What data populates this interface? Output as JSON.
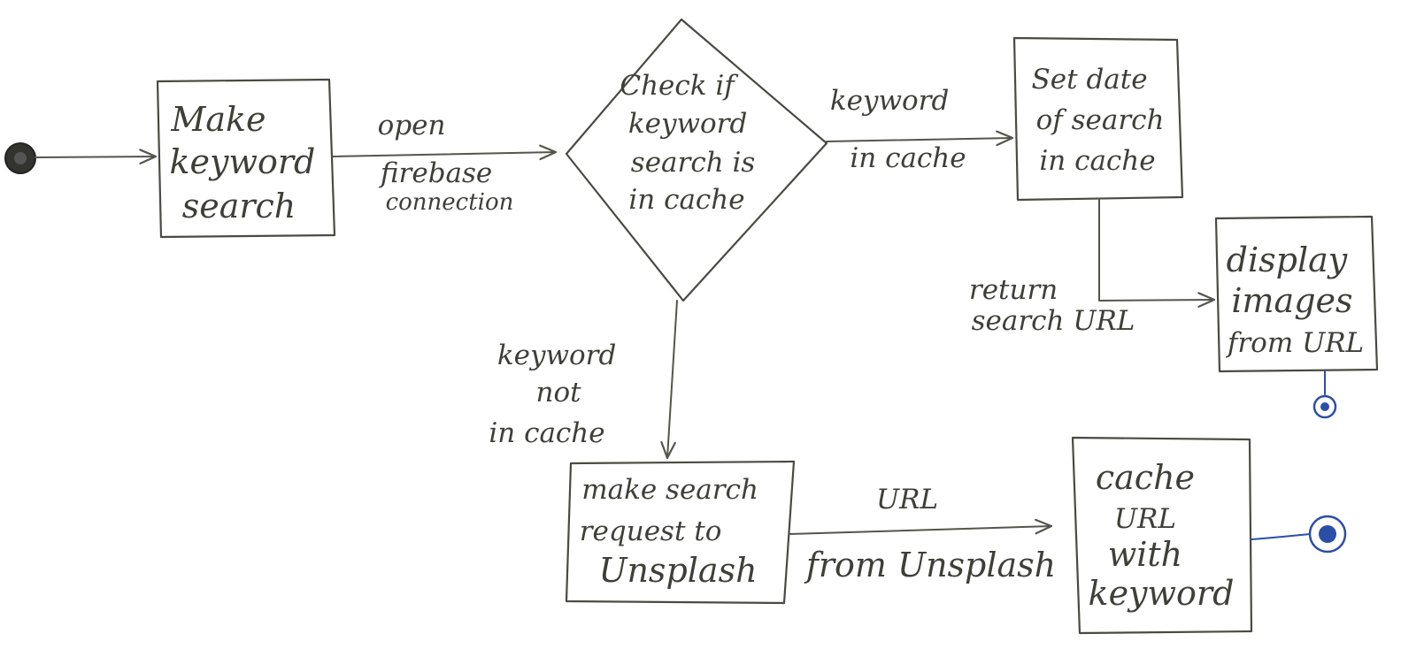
{
  "diagram": {
    "nodes": {
      "make_search": {
        "lines": [
          "Make",
          "keyword",
          "search"
        ]
      },
      "check_cache": {
        "lines": [
          "Check if",
          "keyword",
          "search is",
          "in cache"
        ]
      },
      "set_date": {
        "lines": [
          "Set date",
          "of search",
          "in cache"
        ]
      },
      "display_images": {
        "lines": [
          "display",
          "images",
          "from URL"
        ]
      },
      "make_request": {
        "lines": [
          "make search",
          "request to",
          "Unsplash"
        ]
      },
      "cache_url": {
        "lines": [
          "cache",
          "URL",
          "with",
          "keyword"
        ]
      }
    },
    "edges": {
      "open_firebase": {
        "lines": [
          "open",
          "firebase",
          "connection"
        ]
      },
      "keyword_in_cache": {
        "lines": [
          "keyword",
          "in cache"
        ]
      },
      "keyword_not_in_cache": {
        "lines": [
          "keyword",
          "not",
          "in cache"
        ]
      },
      "return_search_url": {
        "lines": [
          "return",
          "search URL"
        ]
      },
      "url_from_unsplash": {
        "lines": [
          "URL",
          "from Unsplash"
        ]
      }
    },
    "colors": {
      "ink": "#4a4a44",
      "end_node_blue": "#2b4fa6"
    }
  }
}
